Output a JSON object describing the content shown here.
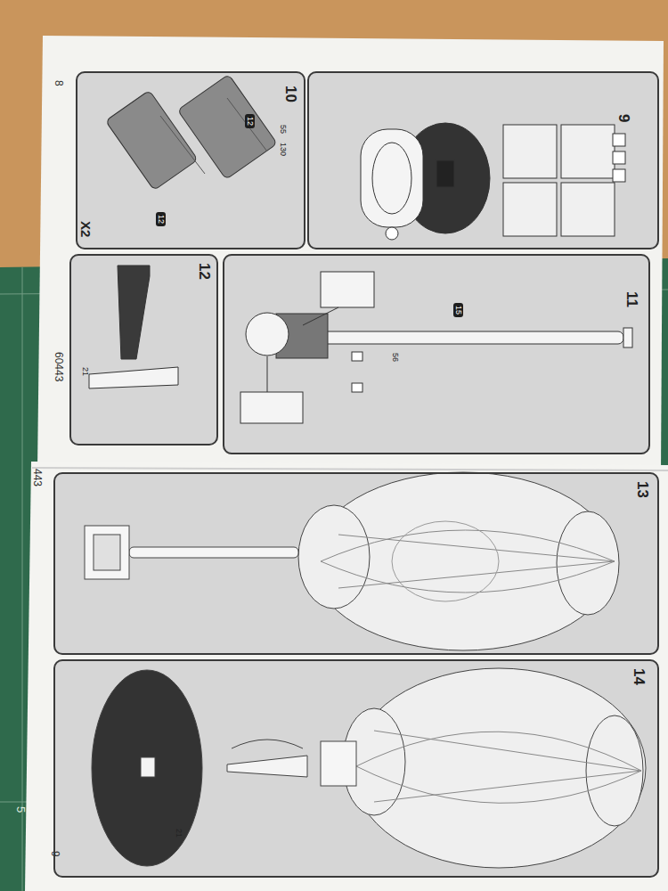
{
  "diagram": {
    "nodes": [
      {
        "text": [
          "8",
          "60443"
        ]
      },
      {
        "text": [
          "9"
        ],
        "in": 0
      },
      {
        "text": [
          "10"
        ],
        "in": 0
      },
      {
        "text": [
          "11"
        ],
        "in": 0
      },
      {
        "text": [
          "12"
        ],
        "in": 0
      },
      {
        "text": [
          "443",
          "9"
        ]
      },
      {
        "text": [
          "13"
        ],
        "in": 5
      },
      {
        "text": [
          "14"
        ],
        "in": 5
      }
    ],
    "labels": [
      "X2",
      "55",
      "130",
      "12",
      "12",
      "15",
      "56",
      "21",
      "21",
      "5"
    ]
  }
}
